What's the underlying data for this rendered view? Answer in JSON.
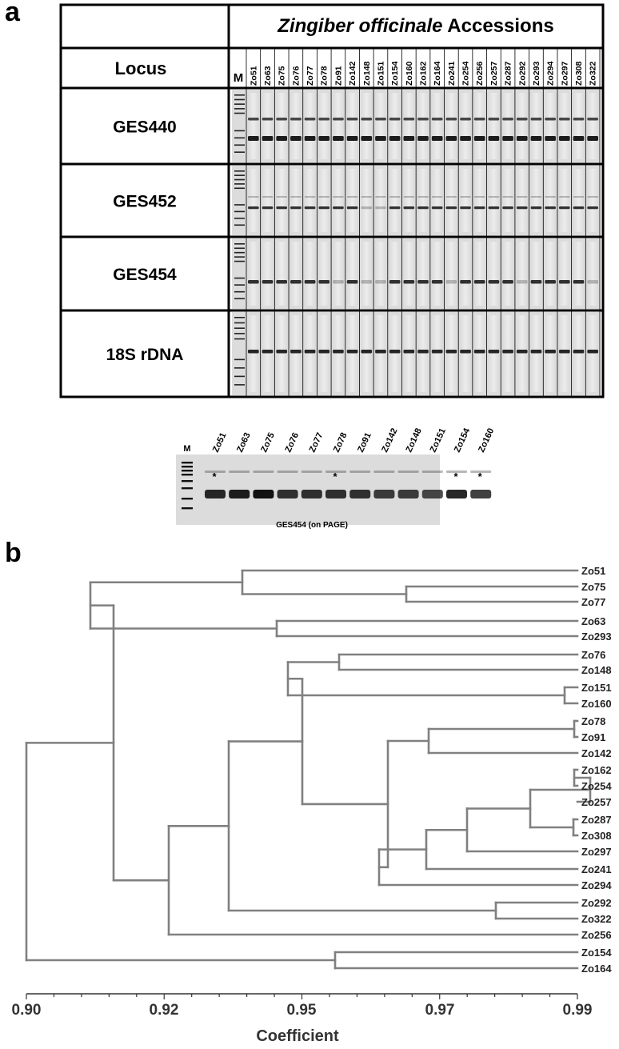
{
  "panel_a": {
    "label": "a",
    "header_title_italic": "Zingiber officinale",
    "header_title_rest": " Accessions",
    "locus_header": "Locus",
    "marker_label": "M",
    "accessions": [
      "Zo51",
      "Zo63",
      "Zo75",
      "Zo76",
      "Zo77",
      "Zo78",
      "Zo91",
      "Zo142",
      "Zo148",
      "Zo151",
      "Zo154",
      "Zo160",
      "Zo162",
      "Zo164",
      "Zo241",
      "Zo254",
      "Zo256",
      "Zo257",
      "Zo287",
      "Zo292",
      "Zo293",
      "Zo294",
      "Zo297",
      "Zo308",
      "Zo322"
    ],
    "loci": [
      "GES440",
      "GES452",
      "GES454",
      "18S rDNA"
    ]
  },
  "page_gel": {
    "marker_label": "M",
    "lanes": [
      "Zo51",
      "Zo63",
      "Zo75",
      "Zo76",
      "Zo77",
      "Zo78",
      "Zo91",
      "Zo142",
      "Zo148",
      "Zo151",
      "Zo154",
      "Zo160"
    ],
    "starred": [
      true,
      false,
      false,
      false,
      false,
      true,
      false,
      false,
      false,
      false,
      true,
      true
    ],
    "star": "*",
    "caption": "GES454 (on PAGE)"
  },
  "panel_b": {
    "label": "b",
    "xlabel": "Coefficient",
    "tick_labels": [
      "0.90",
      "0.92",
      "0.95",
      "0.97",
      "0.99"
    ],
    "leaves": [
      "Zo51",
      "Zo75",
      "Zo77",
      "Zo63",
      "Zo293",
      "Zo76",
      "Zo148",
      "Zo151",
      "Zo160",
      "Zo78",
      "Zo91",
      "Zo142",
      "Zo162",
      "Zo254",
      "Zo257",
      "Zo287",
      "Zo308",
      "Zo297",
      "Zo241",
      "Zo294",
      "Zo292",
      "Zo322",
      "Zo256",
      "Zo154",
      "Zo164"
    ],
    "colors": {
      "branch": "#808080",
      "gel_bg": "#e4e4e4"
    }
  }
}
